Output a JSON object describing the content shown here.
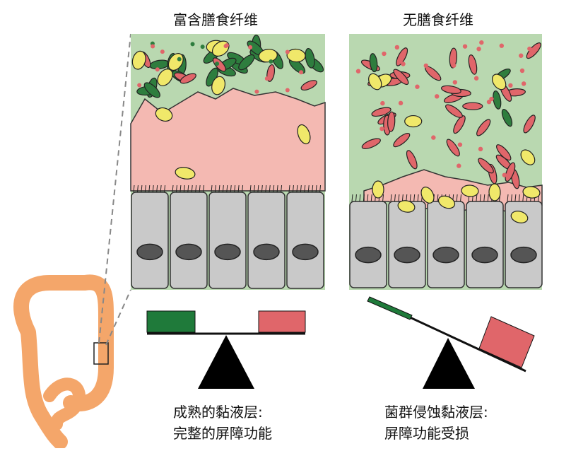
{
  "panels": {
    "left_title": "富含膳食纤维",
    "right_title": "无膳食纤维"
  },
  "captions": {
    "left_line1": "成熟的黏液层:",
    "left_line2": "完整的屏障功能",
    "right_line1": "菌群侵蚀黏液层:",
    "right_line2": "屏障功能受损"
  },
  "colors": {
    "lumen": "#b9d8b0",
    "mucus": "#f4b9b2",
    "cell": "#c9c9c9",
    "nucleus": "#555555",
    "good_bacteria": "#2e7d3e",
    "bad_bacteria": "#e0666a",
    "yellow_bacteria": "#f0e86a",
    "colon": "#f4a66a"
  },
  "balance": {
    "left": {
      "good_weight": 1,
      "bad_weight": 1,
      "state": "balanced"
    },
    "right": {
      "good_weight": 1,
      "bad_weight": 3,
      "state": "tilted toward harmful"
    }
  }
}
